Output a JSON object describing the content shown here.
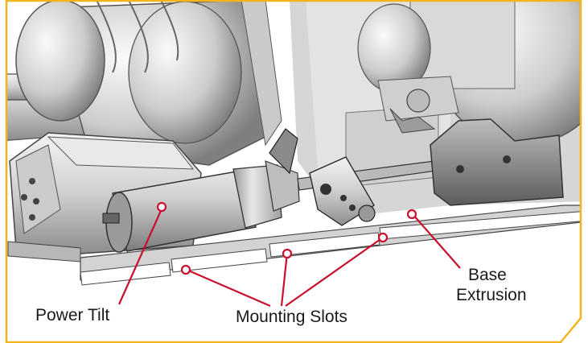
{
  "frame": {
    "accent_color": "#f2b51c",
    "line_color": "#c8102e"
  },
  "callouts": {
    "power_tilt": "Power Tilt",
    "mounting_slots": "Mounting Slots",
    "base_extrusion_line1": "Base",
    "base_extrusion_line2": "Extrusion"
  }
}
